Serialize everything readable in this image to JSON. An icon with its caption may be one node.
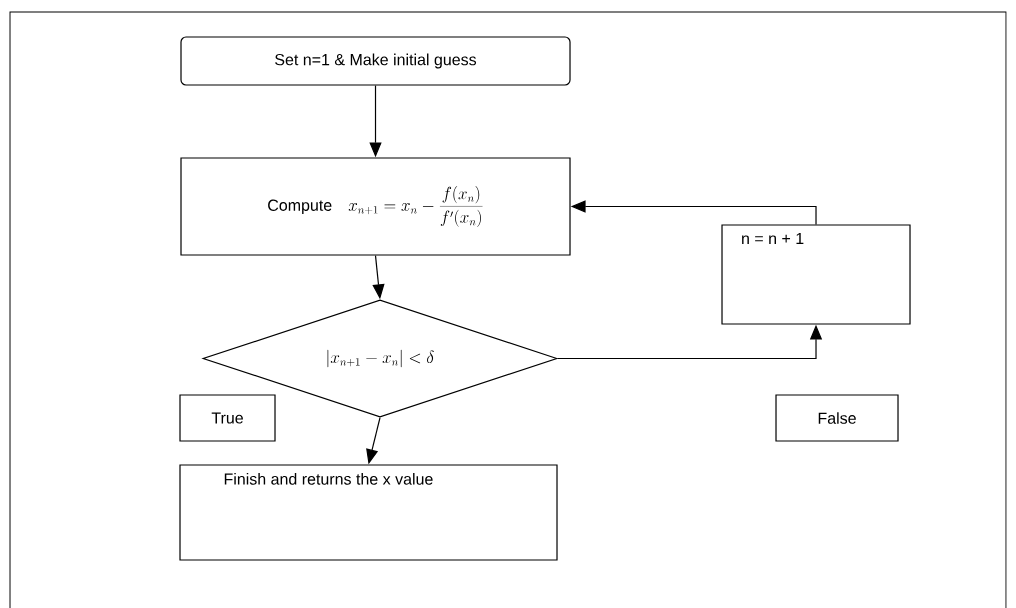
{
  "diagram": {
    "nodes": [
      {
        "text": [
          "Set n=1 & Make initial guess"
        ]
      },
      {
        "text": [
          "Compute",
          "x_{n+1} = x_n - \\frac{f(x_n)}{f'(x_n)}"
        ]
      },
      {
        "text": [
          "\\left|x_{n+1} - x_n\\right| < \\delta"
        ]
      },
      {
        "text": [
          "n = n + 1"
        ]
      },
      {
        "text": [
          "True"
        ]
      },
      {
        "text": [
          "False"
        ]
      },
      {
        "text": [
          "Finish and returns the x value"
        ]
      }
    ],
    "edges": [
      {
        "from": 0,
        "to": 1,
        "arrow": "to"
      },
      {
        "from": 1,
        "to": 2,
        "arrow": "to"
      },
      {
        "from": 2,
        "to": 3,
        "arrow": "to"
      },
      {
        "from": 3,
        "to": 1,
        "arrow": "to"
      },
      {
        "from": 2,
        "to": 6,
        "arrow": "to"
      }
    ]
  }
}
